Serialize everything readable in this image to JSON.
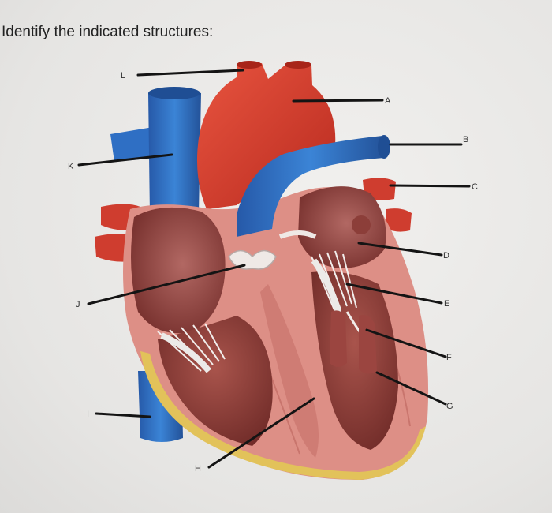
{
  "question": {
    "prompt": "Identify the indicated structures:"
  },
  "labels": [
    {
      "id": "A",
      "text": "A"
    },
    {
      "id": "B",
      "text": "B"
    },
    {
      "id": "C",
      "text": "C"
    },
    {
      "id": "D",
      "text": "D"
    },
    {
      "id": "E",
      "text": "E"
    },
    {
      "id": "F",
      "text": "F"
    },
    {
      "id": "G",
      "text": "G"
    },
    {
      "id": "H",
      "text": "H"
    },
    {
      "id": "I",
      "text": "I"
    },
    {
      "id": "J",
      "text": "J"
    },
    {
      "id": "K",
      "text": "K"
    },
    {
      "id": "L",
      "text": "L"
    }
  ],
  "colors": {
    "aorta": "#d8392b",
    "vena_cava": "#2f6fc4",
    "myocardium": "#dd8f86",
    "chamber_interior": "#8a3a35",
    "fat": "#e2c25a",
    "leader_line": "#141414"
  }
}
